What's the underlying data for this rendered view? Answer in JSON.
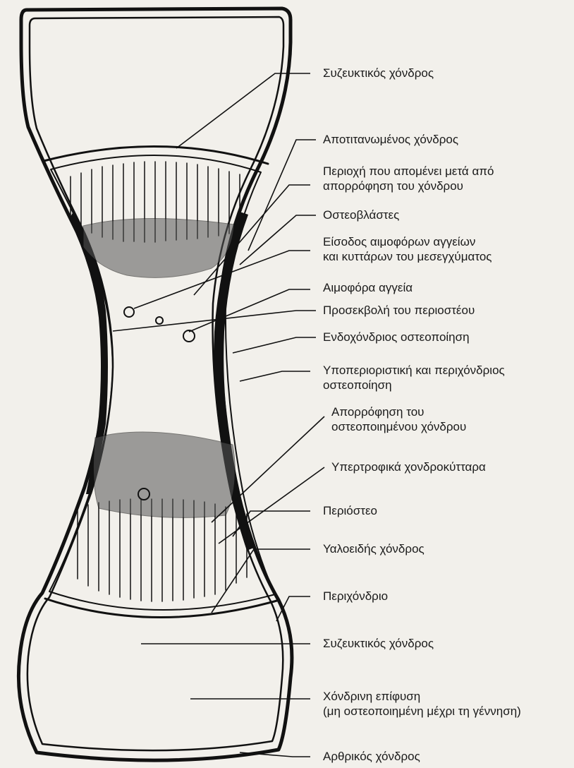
{
  "diagram": {
    "labels": [
      {
        "id": "syzeuktikos-top",
        "lines": [
          "Συζευκτικός χόνδρος"
        ]
      },
      {
        "id": "apotitanomenos",
        "lines": [
          "Αποτιτανωμένος χόνδρος"
        ]
      },
      {
        "id": "periochi",
        "lines": [
          "Περιοχή που απομένει μετά από",
          "απορρόφηση του χόνδρου"
        ]
      },
      {
        "id": "osteoblastes",
        "lines": [
          "Οστεοβλάστες"
        ]
      },
      {
        "id": "eisodos",
        "lines": [
          "Είσοδος αιμοφόρων αγγείων",
          "και κυττάρων του μεσεγχύματος"
        ]
      },
      {
        "id": "aimofora",
        "lines": [
          "Αιμοφόρα αγγεία"
        ]
      },
      {
        "id": "prosekvoli",
        "lines": [
          "Προσεκβολή του περιοστέου"
        ]
      },
      {
        "id": "endochondrios",
        "lines": [
          "Ενδοχόνδριος οστεοποίηση"
        ]
      },
      {
        "id": "ypoperioristiki",
        "lines": [
          "Υποπεριοριστική και περιχόνδριος",
          "οστεοποίηση"
        ]
      },
      {
        "id": "aporrofisi",
        "lines": [
          "Απορρόφηση του",
          "οστεοποιημένου χόνδρου"
        ]
      },
      {
        "id": "ypertrofika",
        "lines": [
          "Υπερτροφικά χονδροκύτταρα"
        ]
      },
      {
        "id": "periosteo",
        "lines": [
          "Περιόστεο"
        ]
      },
      {
        "id": "yaloeidis",
        "lines": [
          "Υαλοειδής χόνδρος"
        ]
      },
      {
        "id": "perichondrio",
        "lines": [
          "Περιχόνδριο"
        ]
      },
      {
        "id": "syzeuktikos-bottom",
        "lines": [
          "Συζευκτικός χόνδρος"
        ]
      },
      {
        "id": "chondrini",
        "lines": [
          "Χόνδρινη επίφυση",
          "(μη οστεοποιημένη μέχρι τη γέννηση)"
        ]
      },
      {
        "id": "arthrikos",
        "lines": [
          "Αρθρικός χόνδρος"
        ]
      }
    ]
  }
}
